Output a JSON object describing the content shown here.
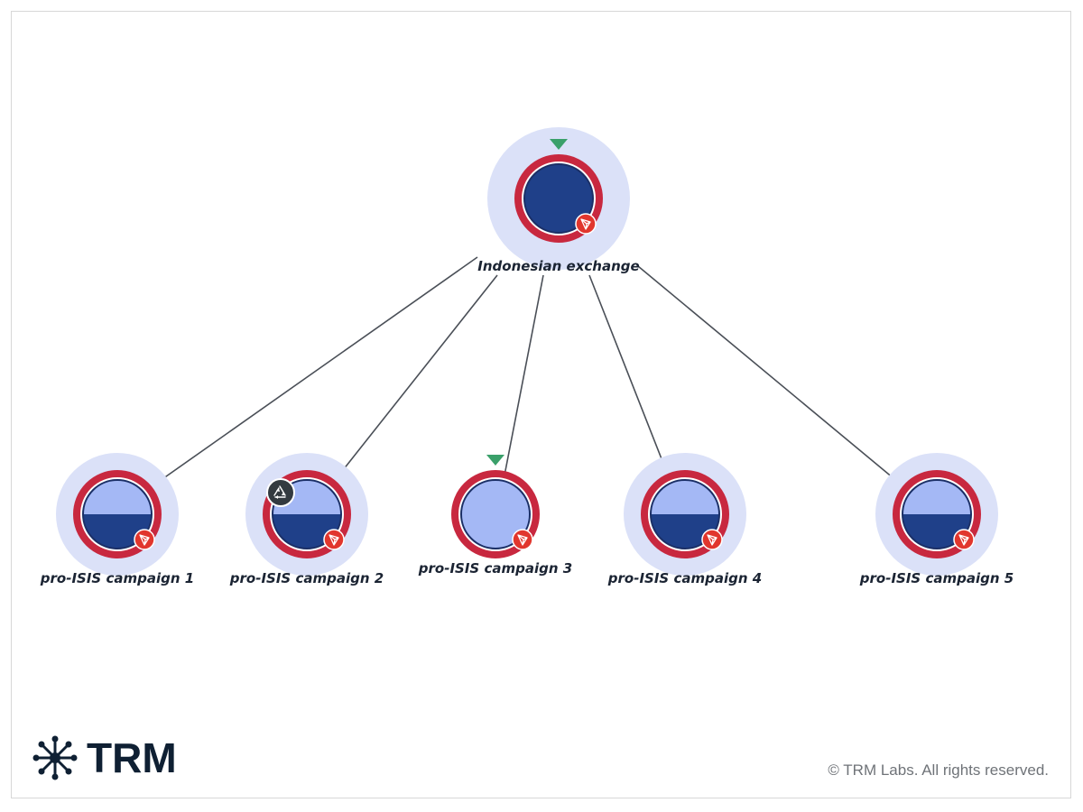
{
  "colors": {
    "halo": "#dbe1f8",
    "risk_ring": "#c8283f",
    "dark_fill": "#1f4089",
    "light_fill": "#a4b8f5",
    "flag_green": "#3aa06a",
    "tron_badge": "#e1362d",
    "edge": "#4a4f57"
  },
  "nodes": [
    {
      "id": "exchange",
      "label": "Indonesian exchange",
      "fill": "dark",
      "flag": true,
      "cycle_badge": false,
      "halo": true
    },
    {
      "id": "campaign1",
      "label": "pro-ISIS campaign 1",
      "fill": "half",
      "flag": false,
      "cycle_badge": false,
      "halo": true
    },
    {
      "id": "campaign2",
      "label": "pro-ISIS campaign 2",
      "fill": "half",
      "flag": false,
      "cycle_badge": true,
      "halo": true
    },
    {
      "id": "campaign3",
      "label": "pro-ISIS campaign 3",
      "fill": "light",
      "flag": true,
      "cycle_badge": false,
      "halo": false
    },
    {
      "id": "campaign4",
      "label": "pro-ISIS campaign 4",
      "fill": "half",
      "flag": false,
      "cycle_badge": false,
      "halo": true
    },
    {
      "id": "campaign5",
      "label": "pro-ISIS campaign 5",
      "fill": "half",
      "flag": false,
      "cycle_badge": false,
      "halo": true
    }
  ],
  "edges": [
    {
      "from": "exchange",
      "to": "campaign1"
    },
    {
      "from": "exchange",
      "to": "campaign2"
    },
    {
      "from": "exchange",
      "to": "campaign3"
    },
    {
      "from": "exchange",
      "to": "campaign4"
    },
    {
      "from": "exchange",
      "to": "campaign5"
    }
  ],
  "icons": {
    "chain_badge": "tron-icon",
    "cycle_badge": "recycle-icon",
    "flag": "green-flag-triangle-icon",
    "logo": "trm-network-logo-icon"
  },
  "footer": {
    "logo_text": "TRM",
    "copyright": "© TRM Labs. All rights reserved."
  }
}
